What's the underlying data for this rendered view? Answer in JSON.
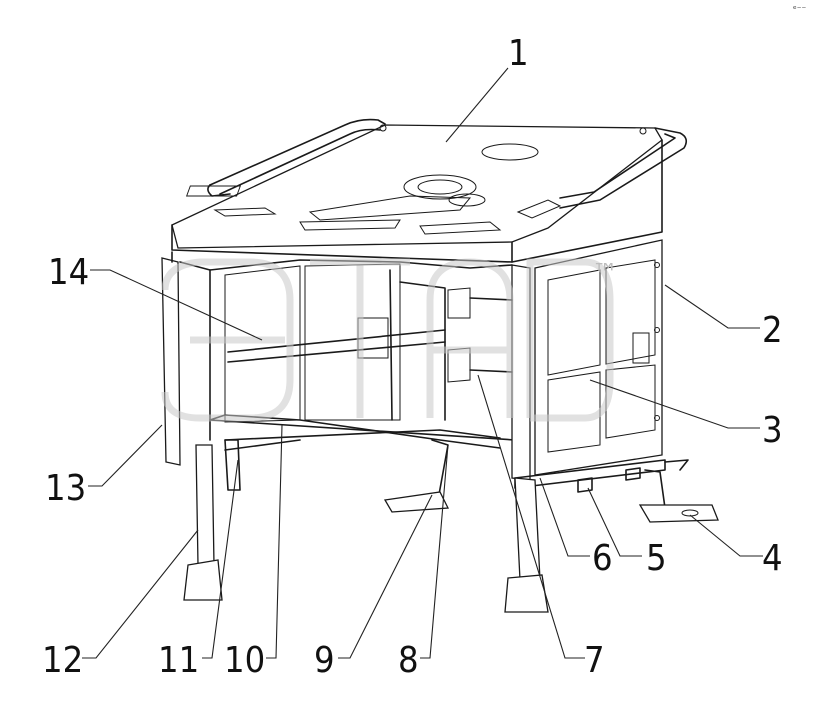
{
  "diagram": {
    "corner_mark": "ᵉ⁻⁻",
    "watermark": {
      "text": "ЭТАП",
      "mark": "™"
    },
    "callouts": [
      {
        "id": "1",
        "label": "1"
      },
      {
        "id": "2",
        "label": "2"
      },
      {
        "id": "3",
        "label": "3"
      },
      {
        "id": "4",
        "label": "4"
      },
      {
        "id": "5",
        "label": "5"
      },
      {
        "id": "6",
        "label": "6"
      },
      {
        "id": "7",
        "label": "7"
      },
      {
        "id": "8",
        "label": "8"
      },
      {
        "id": "9",
        "label": "9"
      },
      {
        "id": "10",
        "label": "10"
      },
      {
        "id": "11",
        "label": "11"
      },
      {
        "id": "12",
        "label": "12"
      },
      {
        "id": "13",
        "label": "13"
      },
      {
        "id": "14",
        "label": "14"
      }
    ]
  }
}
